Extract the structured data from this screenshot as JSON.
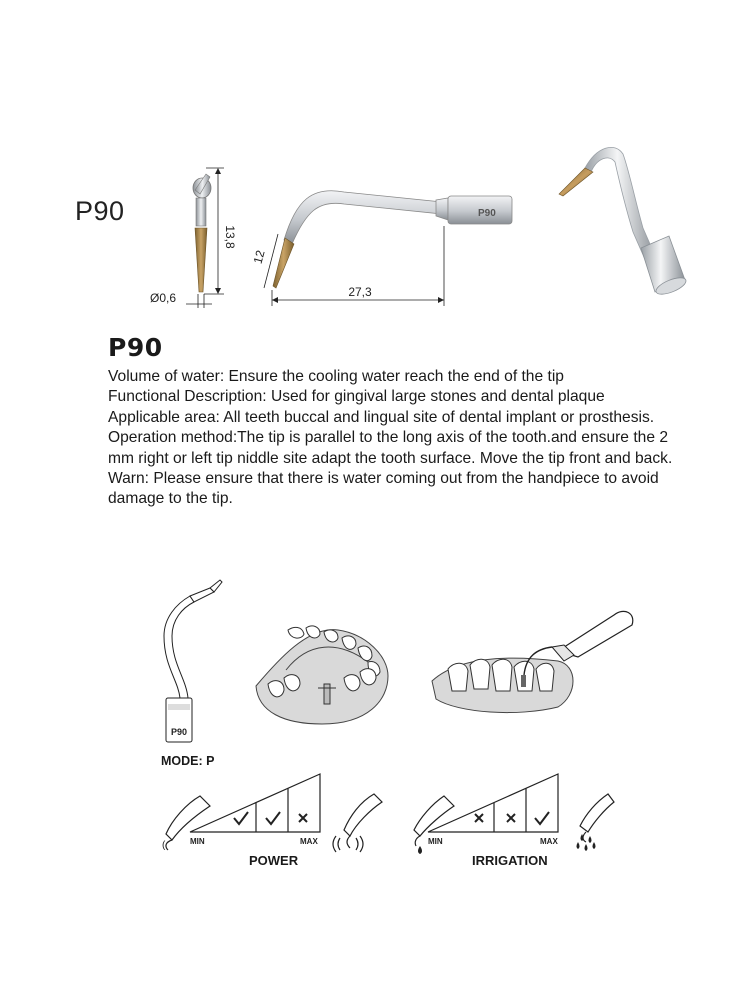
{
  "product": {
    "model": "P90",
    "heading": "P90",
    "tip_engraving": "P90",
    "dimensions": {
      "length": "27,3",
      "height": "13,8",
      "angle_side": "12",
      "diameter": "Ø0,6"
    }
  },
  "description": [
    "Volume of water: Ensure the cooling water reach the end of the tip",
    "Functional Description: Used for gingival large stones and dental plaque",
    "Applicable area: All teeth buccal and lingual site of dental implant or prosthesis.",
    "Operation method:The tip is parallel to the long axis of the tooth.and ensure the 2 mm right or left tip niddle site adapt the tooth surface. Move the tip front and back.",
    "Warn: Please ensure that there is water coming out from the handpiece to avoid damage to the tip."
  ],
  "mode": {
    "label": "MODE: P"
  },
  "power": {
    "caption": "POWER",
    "min_label": "MIN",
    "max_label": "MAX",
    "marks": [
      "check",
      "check",
      "cross"
    ]
  },
  "irrigation": {
    "caption": "IRRIGATION",
    "min_label": "MIN",
    "max_label": "MAX",
    "marks": [
      "cross",
      "cross",
      "check"
    ]
  },
  "colors": {
    "tip_gold": "#b0894a",
    "metal": "#c9cdd2",
    "text": "#1a1a1a"
  }
}
